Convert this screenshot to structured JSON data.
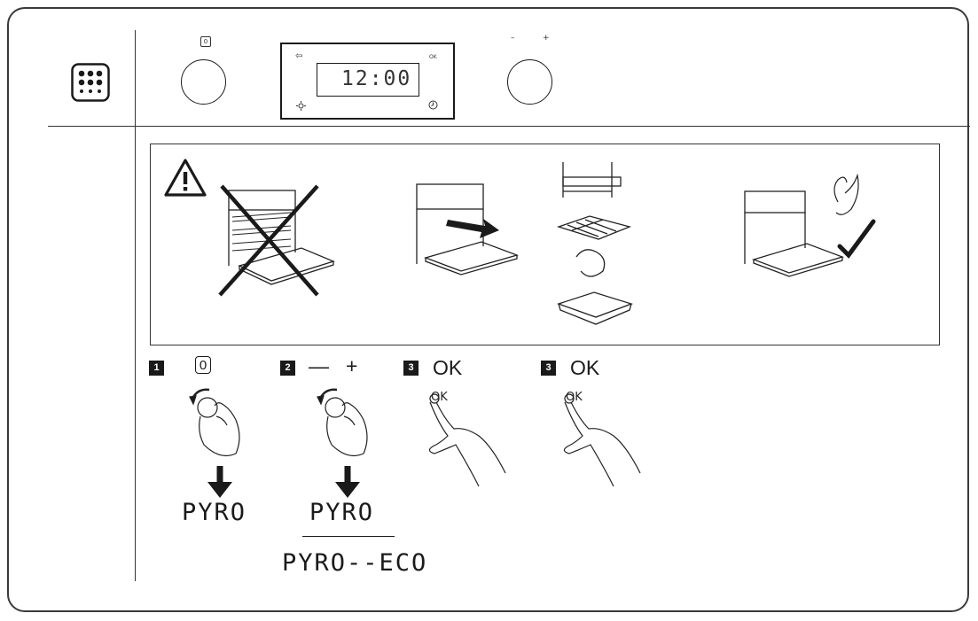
{
  "control_panel": {
    "power_knob_symbol": "0",
    "display_time": "12:00",
    "display_back_symbol": "⇦",
    "display_ok_label": "OK",
    "adjust_minus": "–",
    "adjust_plus": "+"
  },
  "steps": [
    {
      "number": "1",
      "symbol": "0",
      "result": "PYRO"
    },
    {
      "number": "2",
      "minus": "—",
      "plus": "+",
      "result": "PYRO",
      "result_alt": "PYRO--ECO"
    },
    {
      "number": "3",
      "label": "OK",
      "finger_label": "OK"
    },
    {
      "number": "3",
      "label": "OK",
      "finger_label": "OK"
    }
  ]
}
